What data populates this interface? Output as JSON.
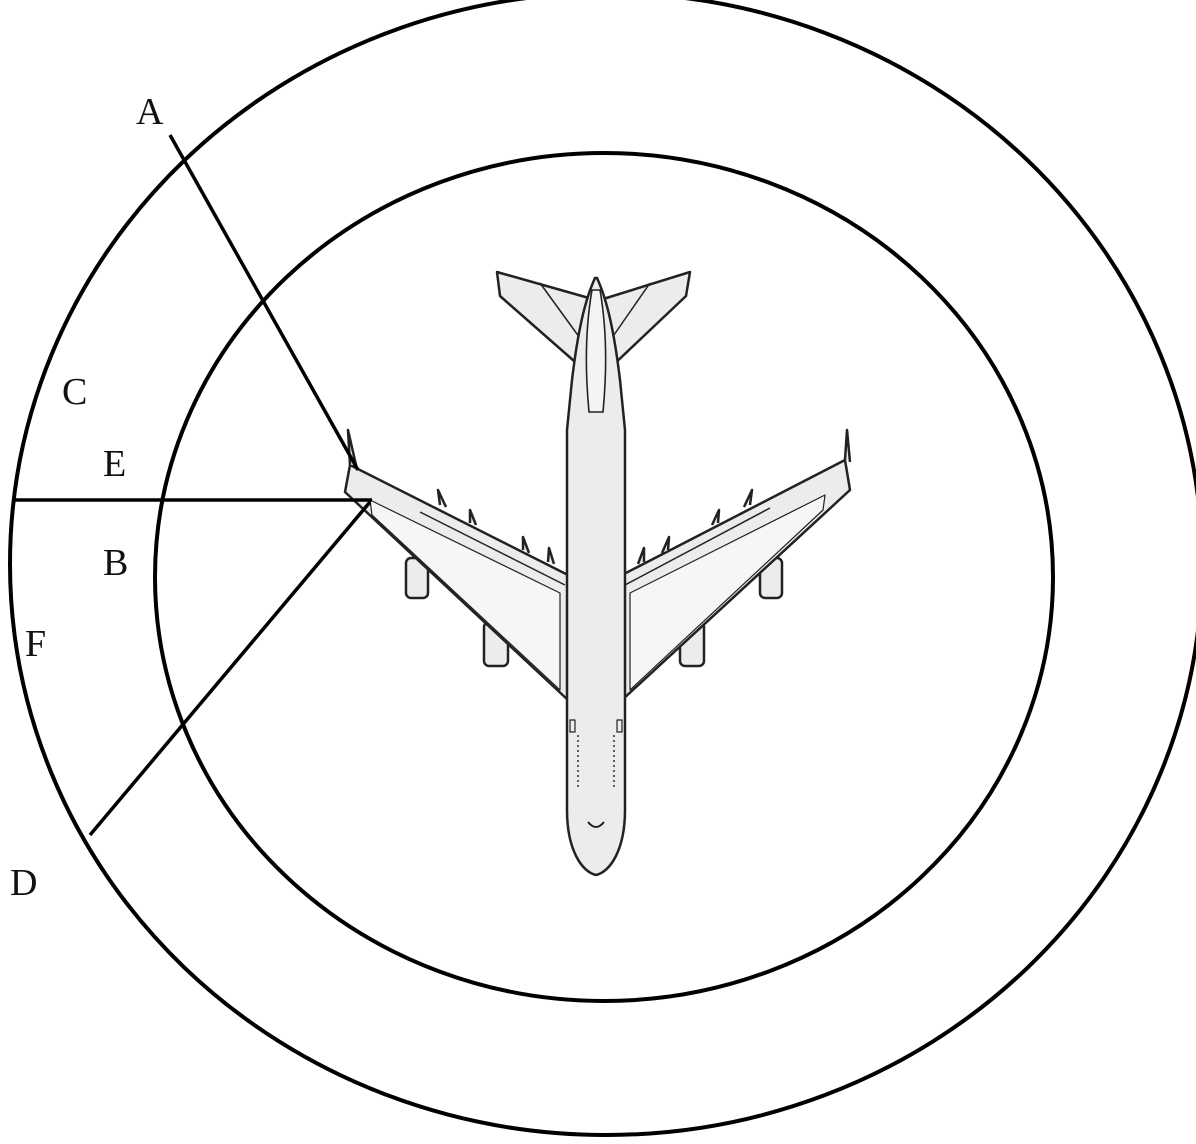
{
  "labels": {
    "a": "A",
    "b": "B",
    "c": "C",
    "d": "D",
    "e": "E",
    "f": "F"
  },
  "colors": {
    "line": "#000000",
    "airframe_fill": "#ececec",
    "airframe_stroke": "#222222",
    "background": "#ffffff"
  }
}
